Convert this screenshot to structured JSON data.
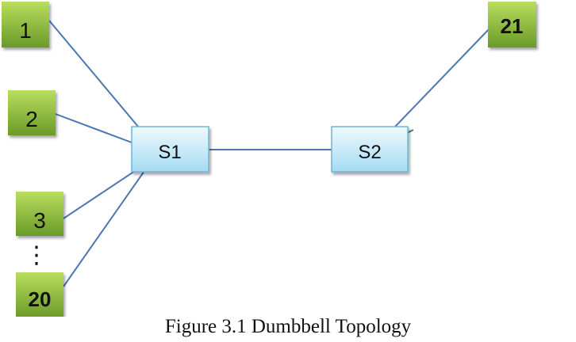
{
  "diagram": {
    "hosts_left": [
      "1",
      "2",
      "3",
      "20"
    ],
    "ellipsis": "⋮",
    "hosts_right": [
      "21"
    ],
    "switches": [
      "S1",
      "S2"
    ]
  },
  "caption": "Figure 3.1 Dumbbell Topology",
  "colors": {
    "host_fill_top": "#b5dc5a",
    "host_fill_bottom": "#6f9e2a",
    "switch_fill_top": "#eaf7fd",
    "switch_fill_bottom": "#a9ddf3",
    "switch_border": "#69b7da",
    "link": "#4a78b0"
  }
}
